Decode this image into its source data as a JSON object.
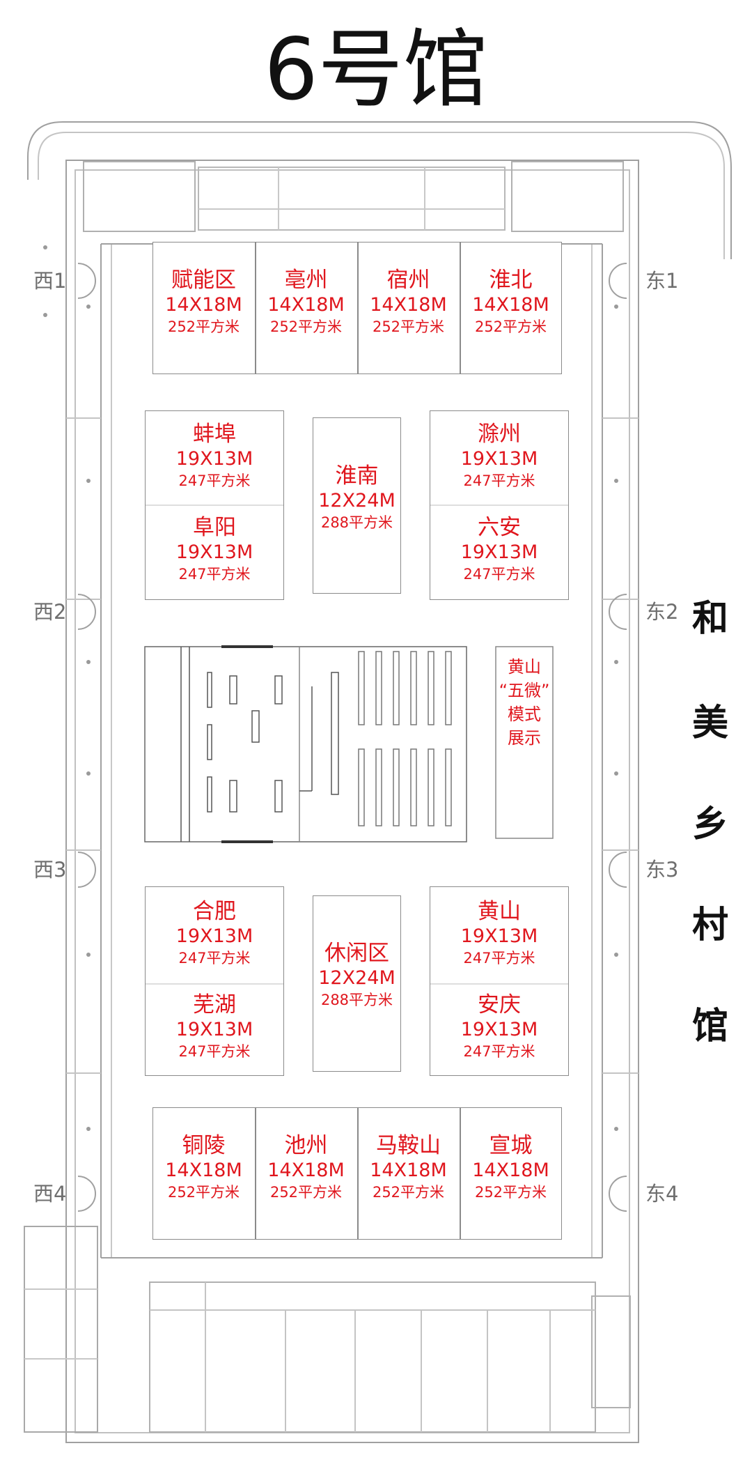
{
  "title": "6号馆",
  "side_label": [
    "和",
    "美",
    "乡",
    "村",
    "馆"
  ],
  "gates": {
    "west": [
      "西1",
      "西2",
      "西3",
      "西4"
    ],
    "east": [
      "东1",
      "东2",
      "东3",
      "东4"
    ]
  },
  "booths": {
    "top_row": [
      {
        "name": "赋能区",
        "size": "14X18M",
        "area": "252平方米"
      },
      {
        "name": "亳州",
        "size": "14X18M",
        "area": "252平方米"
      },
      {
        "name": "宿州",
        "size": "14X18M",
        "area": "252平方米"
      },
      {
        "name": "淮北",
        "size": "14X18M",
        "area": "252平方米"
      }
    ],
    "mid_left_upper": [
      {
        "name": "蚌埠",
        "size": "19X13M",
        "area": "247平方米"
      },
      {
        "name": "阜阳",
        "size": "19X13M",
        "area": "247平方米"
      }
    ],
    "center_upper": {
      "name": "淮南",
      "size": "12X24M",
      "area": "288平方米"
    },
    "mid_right_upper": [
      {
        "name": "滁州",
        "size": "19X13M",
        "area": "247平方米"
      },
      {
        "name": "六安",
        "size": "19X13M",
        "area": "247平方米"
      }
    ],
    "huangshan_model": [
      "黄山",
      "“五微”",
      "模式",
      "展示"
    ],
    "mid_left_lower": [
      {
        "name": "合肥",
        "size": "19X13M",
        "area": "247平方米"
      },
      {
        "name": "芜湖",
        "size": "19X13M",
        "area": "247平方米"
      }
    ],
    "center_lower": {
      "name": "休闲区",
      "size": "12X24M",
      "area": "288平方米"
    },
    "mid_right_lower": [
      {
        "name": "黄山",
        "size": "19X13M",
        "area": "247平方米"
      },
      {
        "name": "安庆",
        "size": "19X13M",
        "area": "247平方米"
      }
    ],
    "bottom_row": [
      {
        "name": "铜陵",
        "size": "14X18M",
        "area": "252平方米"
      },
      {
        "name": "池州",
        "size": "14X18M",
        "area": "252平方米"
      },
      {
        "name": "马鞍山",
        "size": "14X18M",
        "area": "252平方米"
      },
      {
        "name": "宣城",
        "size": "14X18M",
        "area": "252平方米"
      }
    ]
  },
  "colors": {
    "booth_text": "#e0161d",
    "wall": "#9a9a9a",
    "title": "#111111"
  }
}
